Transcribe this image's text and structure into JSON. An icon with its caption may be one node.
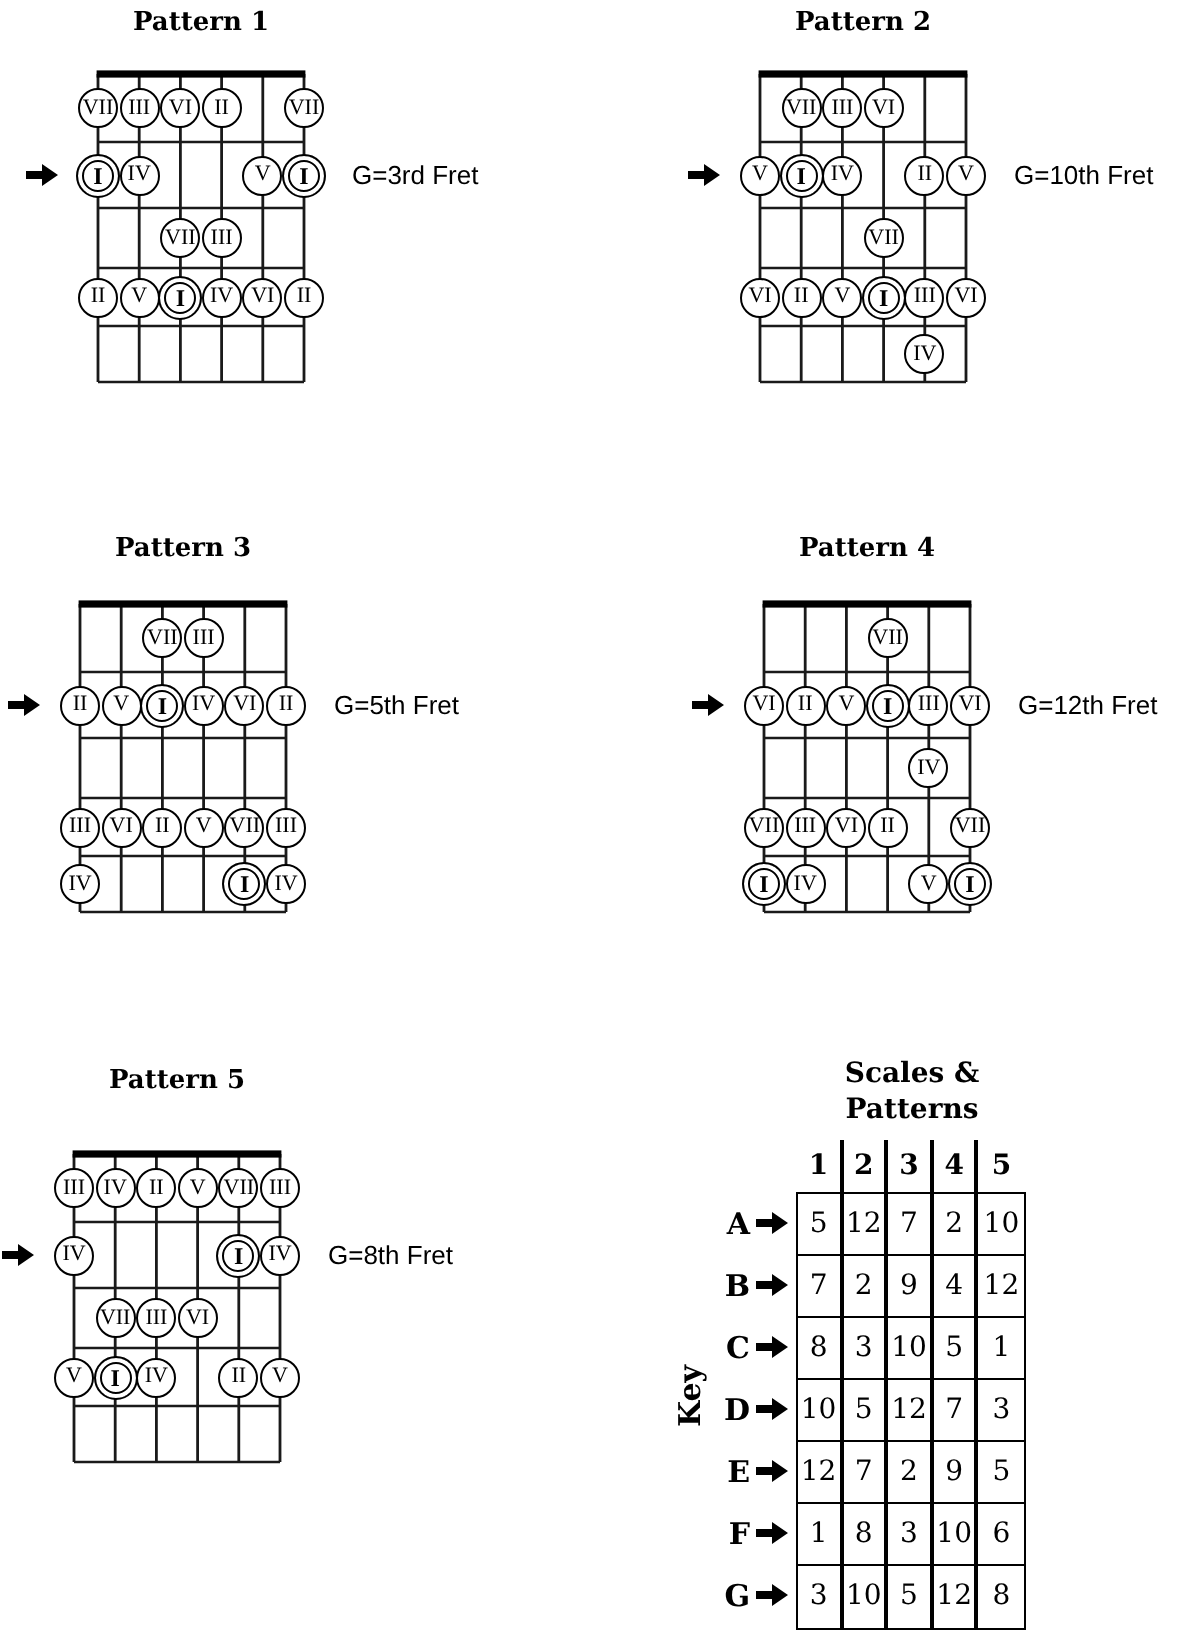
{
  "diagram": {
    "nodes": [
      {
        "text": [
          "Pattern 1"
        ]
      },
      {
        "text": [
          "VII"
        ],
        "in": 0
      },
      {
        "text": [
          "III"
        ],
        "in": 0
      },
      {
        "text": [
          "VI"
        ],
        "in": 0
      },
      {
        "text": [
          "II"
        ],
        "in": 0
      },
      {
        "text": [
          "VII"
        ],
        "in": 0
      },
      {
        "text": [
          "I"
        ],
        "in": 0
      },
      {
        "text": [
          "IV"
        ],
        "in": 0
      },
      {
        "text": [
          "V"
        ],
        "in": 0
      },
      {
        "text": [
          "I"
        ],
        "in": 0
      },
      {
        "text": [
          "VII"
        ],
        "in": 0
      },
      {
        "text": [
          "III"
        ],
        "in": 0
      },
      {
        "text": [
          "II"
        ],
        "in": 0
      },
      {
        "text": [
          "V"
        ],
        "in": 0
      },
      {
        "text": [
          "I"
        ],
        "in": 0
      },
      {
        "text": [
          "IV"
        ],
        "in": 0
      },
      {
        "text": [
          "VI"
        ],
        "in": 0
      },
      {
        "text": [
          "II"
        ],
        "in": 0
      },
      {
        "text": [
          "Pattern 2"
        ]
      },
      {
        "text": [
          "VII"
        ],
        "in": 18
      },
      {
        "text": [
          "III"
        ],
        "in": 18
      },
      {
        "text": [
          "VI"
        ],
        "in": 18
      },
      {
        "text": [
          "V"
        ],
        "in": 18
      },
      {
        "text": [
          "I"
        ],
        "in": 18
      },
      {
        "text": [
          "IV"
        ],
        "in": 18
      },
      {
        "text": [
          "II"
        ],
        "in": 18
      },
      {
        "text": [
          "V"
        ],
        "in": 18
      },
      {
        "text": [
          "VII"
        ],
        "in": 18
      },
      {
        "text": [
          "VI"
        ],
        "in": 18
      },
      {
        "text": [
          "II"
        ],
        "in": 18
      },
      {
        "text": [
          "V"
        ],
        "in": 18
      },
      {
        "text": [
          "I"
        ],
        "in": 18
      },
      {
        "text": [
          "III"
        ],
        "in": 18
      },
      {
        "text": [
          "VI"
        ],
        "in": 18
      },
      {
        "text": [
          "IV"
        ],
        "in": 18
      },
      {
        "text": [
          "Pattern 3"
        ]
      },
      {
        "text": [
          "VII"
        ],
        "in": 35
      },
      {
        "text": [
          "III"
        ],
        "in": 35
      },
      {
        "text": [
          "II"
        ],
        "in": 35
      },
      {
        "text": [
          "V"
        ],
        "in": 35
      },
      {
        "text": [
          "I"
        ],
        "in": 35
      },
      {
        "text": [
          "IV"
        ],
        "in": 35
      },
      {
        "text": [
          "VI"
        ],
        "in": 35
      },
      {
        "text": [
          "II"
        ],
        "in": 35
      },
      {
        "text": [
          "III"
        ],
        "in": 35
      },
      {
        "text": [
          "VI"
        ],
        "in": 35
      },
      {
        "text": [
          "II"
        ],
        "in": 35
      },
      {
        "text": [
          "V"
        ],
        "in": 35
      },
      {
        "text": [
          "VII"
        ],
        "in": 35
      },
      {
        "text": [
          "III"
        ],
        "in": 35
      },
      {
        "text": [
          "IV"
        ],
        "in": 35
      },
      {
        "text": [
          "I"
        ],
        "in": 35
      },
      {
        "text": [
          "IV"
        ],
        "in": 35
      },
      {
        "text": [
          "Pattern 4"
        ]
      },
      {
        "text": [
          "VII"
        ],
        "in": 53
      },
      {
        "text": [
          "VI"
        ],
        "in": 53
      },
      {
        "text": [
          "II"
        ],
        "in": 53
      },
      {
        "text": [
          "V"
        ],
        "in": 53
      },
      {
        "text": [
          "I"
        ],
        "in": 53
      },
      {
        "text": [
          "III"
        ],
        "in": 53
      },
      {
        "text": [
          "VI"
        ],
        "in": 53
      },
      {
        "text": [
          "IV"
        ],
        "in": 53
      },
      {
        "text": [
          "VII"
        ],
        "in": 53
      },
      {
        "text": [
          "III"
        ],
        "in": 53
      },
      {
        "text": [
          "VI"
        ],
        "in": 53
      },
      {
        "text": [
          "II"
        ],
        "in": 53
      },
      {
        "text": [
          "VII"
        ],
        "in": 53
      },
      {
        "text": [
          "I"
        ],
        "in": 53
      },
      {
        "text": [
          "IV"
        ],
        "in": 53
      },
      {
        "text": [
          "V"
        ],
        "in": 53
      },
      {
        "text": [
          "I"
        ],
        "in": 53
      },
      {
        "text": [
          "Pattern 5"
        ]
      },
      {
        "text": [
          "III"
        ],
        "in": 71
      },
      {
        "text": [
          "IV"
        ],
        "in": 71
      },
      {
        "text": [
          "II"
        ],
        "in": 71
      },
      {
        "text": [
          "V"
        ],
        "in": 71
      },
      {
        "text": [
          "VII"
        ],
        "in": 71
      },
      {
        "text": [
          "III"
        ],
        "in": 71
      },
      {
        "text": [
          "IV"
        ],
        "in": 71
      },
      {
        "text": [
          "I"
        ],
        "in": 71
      },
      {
        "text": [
          "IV"
        ],
        "in": 71
      },
      {
        "text": [
          "VII"
        ],
        "in": 71
      },
      {
        "text": [
          "III"
        ],
        "in": 71
      },
      {
        "text": [
          "VI"
        ],
        "in": 71
      },
      {
        "text": [
          "V"
        ],
        "in": 71
      },
      {
        "text": [
          "I"
        ],
        "in": 71
      },
      {
        "text": [
          "IV"
        ],
        "in": 71
      },
      {
        "text": [
          "II"
        ],
        "in": 71
      },
      {
        "text": [
          "V"
        ],
        "in": 71
      }
    ],
    "labels": [
      "G=3rd Fret",
      "G=10th Fret",
      "G=5th Fret",
      "G=12th Fret",
      "G=8th Fret",
      "Scales & Patterns",
      "1",
      "2",
      "3",
      "4",
      "5",
      "Key",
      "A",
      "5",
      "12",
      "7",
      "2",
      "10",
      "B",
      "7",
      "2",
      "9",
      "4",
      "12",
      "C",
      "8",
      "3",
      "10",
      "5",
      "1",
      "D",
      "10",
      "5",
      "12",
      "7",
      "3",
      "E",
      "12",
      "7",
      "2",
      "9",
      "5",
      "F",
      "1",
      "8",
      "3",
      "10",
      "6",
      "G",
      "3",
      "10",
      "5",
      "12",
      "8"
    ]
  }
}
